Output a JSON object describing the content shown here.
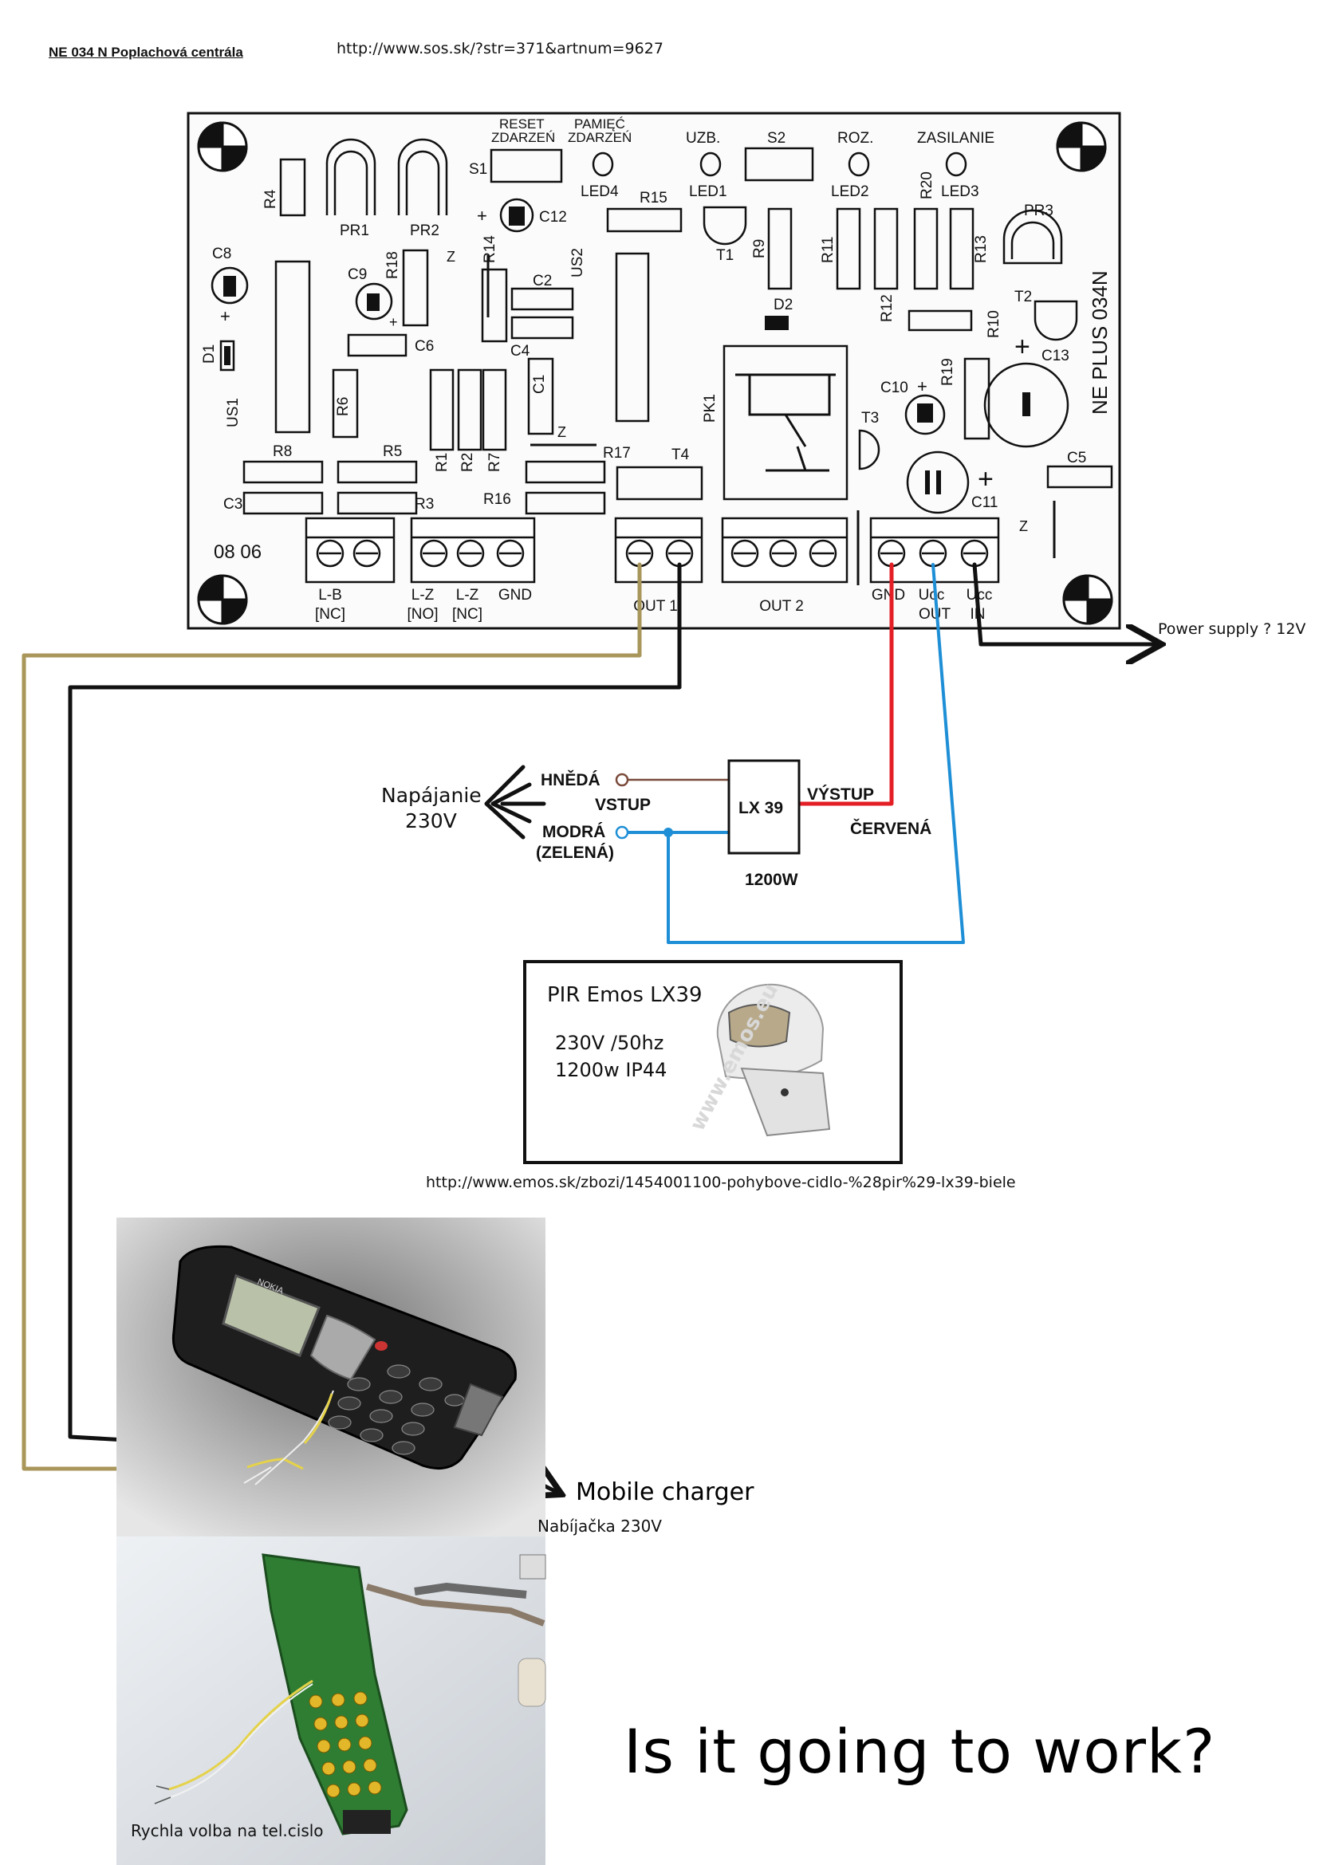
{
  "header": {
    "title": "NE 034 N  Poplachová centrála",
    "url": "http://www.sos.sk/?str=371&artnum=9627"
  },
  "board": {
    "components": {
      "reset_top": "RESET",
      "reset_bottom": "ZDARZEŃ",
      "pamiec_top": "PAMIĘĆ",
      "pamiec_bottom": "ZDARZEŃ",
      "uzb": "UZB.",
      "s2": "S2",
      "roz": "ROZ.",
      "zasilanie": "ZASILANIE",
      "s1": "S1",
      "led4": "LED4",
      "led1": "LED1",
      "led2": "LED2",
      "led3": "LED3",
      "r15": "R15",
      "r20": "R20",
      "r4": "R4",
      "pr1": "PR1",
      "pr2": "PR2",
      "c12": "C12",
      "pr3": "PR3",
      "c8": "C8",
      "c9": "C9",
      "r18": "R18",
      "r14": "R14",
      "us2": "US2",
      "t1": "T1",
      "r9": "R9",
      "r11": "R11",
      "r13": "R13",
      "c2": "C2",
      "t2": "T2",
      "d2": "D2",
      "r12": "R12",
      "r10": "R10",
      "d1": "D1",
      "c6": "C6",
      "c4": "C4",
      "c13": "C13",
      "c1": "C1",
      "us1": "US1",
      "r6": "R6",
      "c10": "C10",
      "r19": "R19",
      "pk1": "PK1",
      "t3": "T3",
      "r8": "R8",
      "r5": "R5",
      "r1": "R1",
      "r2": "R2",
      "r7": "R7",
      "r17": "R17",
      "t4": "T4",
      "c5": "C5",
      "c3": "C3",
      "r3": "R3",
      "r16": "R16",
      "c11": "C11",
      "z": "Z",
      "board_name": "NE PLUS 034N",
      "date_code": "08 06"
    },
    "terminals": {
      "lb_top": "L-B",
      "lb_bottom": "[NC]",
      "lz1_top": "L-Z",
      "lz1_bottom": "[NO]",
      "lz2_top": "L-Z",
      "lz2_bottom": "[NC]",
      "gnd": "GND",
      "out1": "OUT 1",
      "out2": "OUT 2",
      "gnd2": "GND",
      "ucc_out_top": "Ucc",
      "ucc_out_bottom": "OUT",
      "ucc_in_top": "Ucc",
      "ucc_in_bottom": "IN"
    }
  },
  "wiring": {
    "power_supply": "Power supply ? 12V",
    "napajanie_line1": "Napájanie",
    "napajanie_line2": "230V",
    "hneda": "HNĚDÁ",
    "vstup": "VSTUP",
    "modra": "MODRÁ",
    "zelena": "(ZELENÁ)",
    "lx39": "LX 39",
    "vystup": "VÝSTUP",
    "cervena": "ČERVENÁ",
    "watts": "1200W",
    "colors": {
      "red": "#e31e24",
      "blue": "#1e8fd6",
      "black": "#111111",
      "tan": "#a8965a",
      "brown": "#7a4a3a"
    }
  },
  "pir": {
    "title": "PIR Emos LX39",
    "spec1": "230V /50hz",
    "spec2": "1200w IP44",
    "url": "http://www.emos.sk/zbozi/1454001100-pohybove-cidlo-%28pir%29-lx39-biele"
  },
  "photos": {
    "phone_brand": "NOKIA",
    "charger": "Mobile charger",
    "charger_sub": "Nabíjačka 230V",
    "speed_dial": "Rychla volba na tel.cislo"
  },
  "question": "Is it going to work?"
}
